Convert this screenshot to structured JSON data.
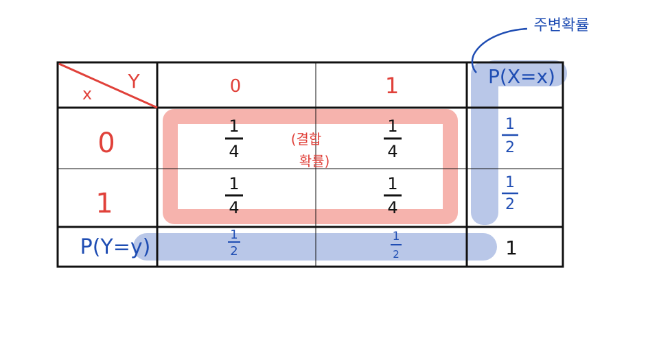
{
  "colors": {
    "red": "#e0413a",
    "blue": "#1f4db3",
    "black": "#111111",
    "red_highlight": "#f6b3ad",
    "blue_highlight": "#b9c7e8"
  },
  "table": {
    "corner": {
      "x_label": "x",
      "y_label": "Y"
    },
    "col_headers": [
      "0",
      "1"
    ],
    "marginal_x_header": "P(X=x)",
    "rows": [
      {
        "label": "0",
        "cells": [
          {
            "num": "1",
            "den": "4"
          },
          {
            "num": "1",
            "den": "4"
          }
        ],
        "marginal": {
          "num": "1",
          "den": "2"
        }
      },
      {
        "label": "1",
        "cells": [
          {
            "num": "1",
            "den": "4"
          },
          {
            "num": "1",
            "den": "4"
          }
        ],
        "marginal": {
          "num": "1",
          "den": "2"
        }
      }
    ],
    "marginal_y_row": {
      "label": "P(Y=y)",
      "cells": [
        {
          "num": "1",
          "den": "2"
        },
        {
          "num": "1",
          "den": "2"
        }
      ],
      "total": "1"
    }
  },
  "annotations": {
    "joint_line1": "(결합",
    "joint_line2": "확률)",
    "marginal": "주변확률"
  }
}
